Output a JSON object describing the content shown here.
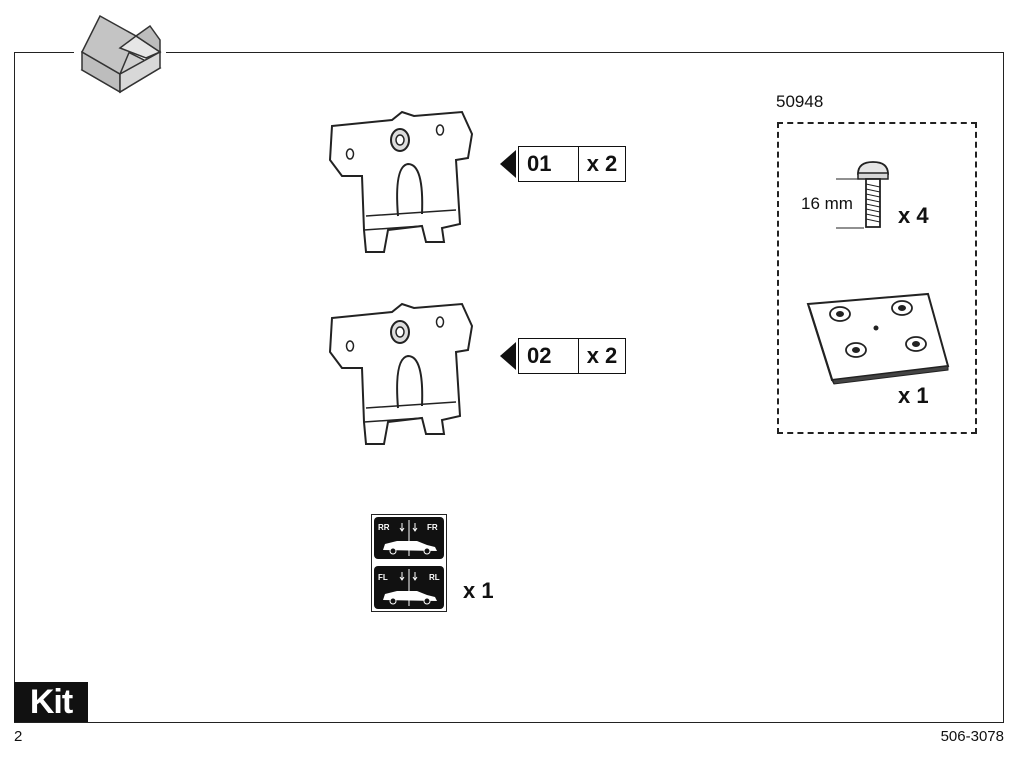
{
  "header": {
    "icon": "open-box-icon"
  },
  "parts": [
    {
      "code": "01",
      "quantity": "x 2"
    },
    {
      "code": "02",
      "quantity": "x 2"
    }
  ],
  "sticker": {
    "top": {
      "left_label": "RR",
      "right_label": "FR"
    },
    "bottom": {
      "left_label": "FL",
      "right_label": "RL"
    },
    "quantity": "x 1"
  },
  "kit": {
    "id": "50948",
    "screw": {
      "length": "16 mm",
      "quantity": "x 4"
    },
    "plate": {
      "quantity": "x 1"
    }
  },
  "footer": {
    "badge": "Kit",
    "page_number": "2",
    "doc_number": "506-3078"
  }
}
